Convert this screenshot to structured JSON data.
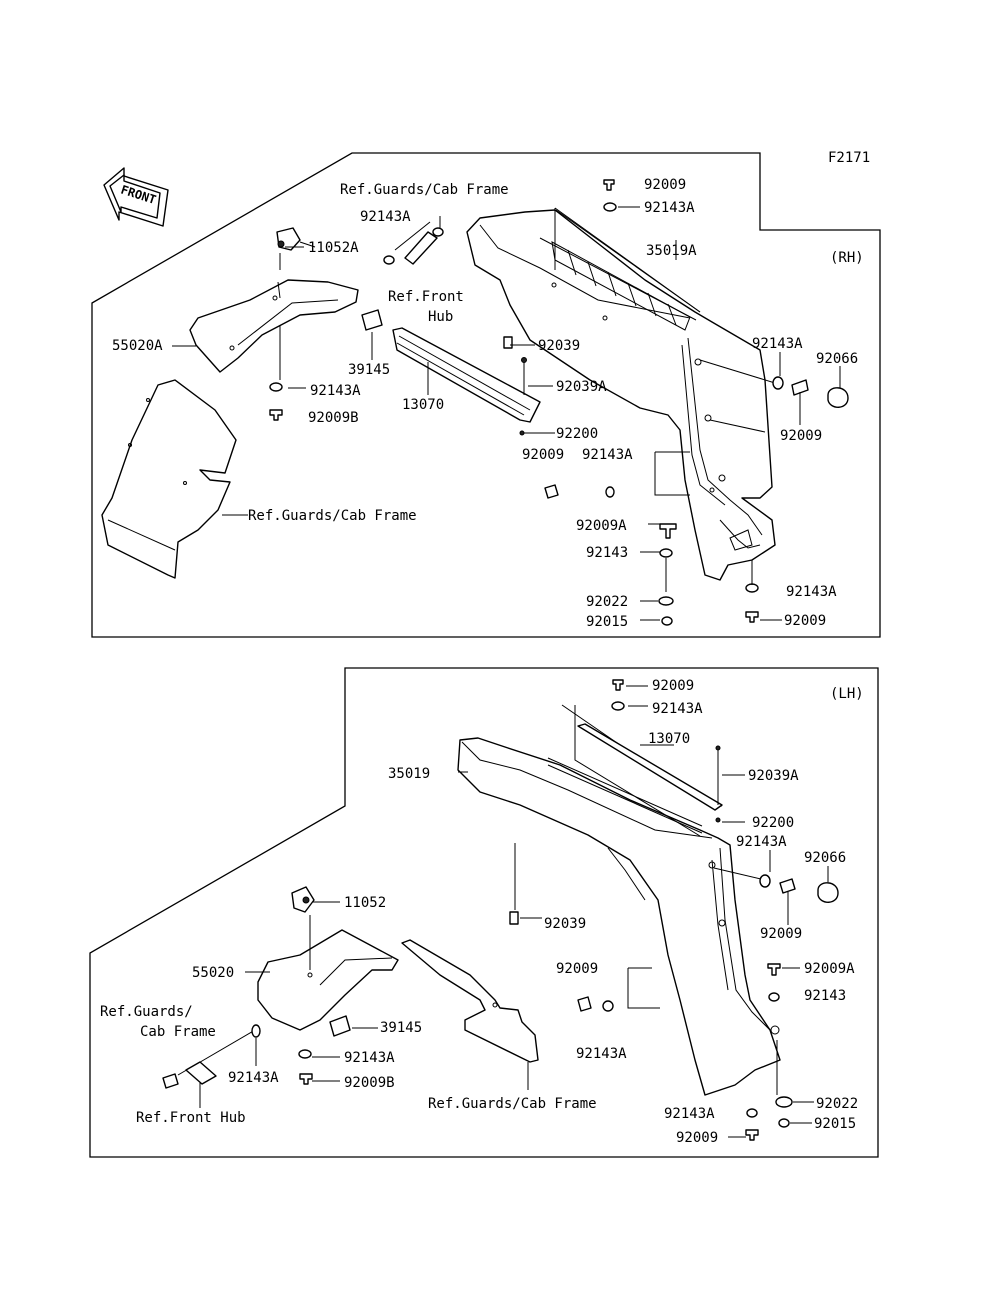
{
  "figure_id": "F2171",
  "front_label": "FRONT",
  "rh": {
    "side_label": "(RH)",
    "labels": {
      "ref_guards_cab_frame_top": "Ref.Guards/Cab Frame",
      "p92143A_a": "92143A",
      "p11052A": "11052A",
      "p55020A": "55020A",
      "ref_front_hub_1": "Ref.Front",
      "ref_front_hub_2": "Hub",
      "p39145": "39145",
      "p13070": "13070",
      "p92143A_b": "92143A",
      "p92009B": "92009B",
      "ref_guards_cab_frame_bottom": "Ref.Guards/Cab Frame",
      "p92009_a": "92009",
      "p92143A_c": "92143A",
      "p35019A": "35019A",
      "p92039": "92039",
      "p92039A": "92039A",
      "p92200": "92200",
      "p92009_b": "92009",
      "p92143A_d": "92143A",
      "p92143A_e": "92143A",
      "p92066": "92066",
      "p92009_c": "92009",
      "p92009A": "92009A",
      "p92143": "92143",
      "p92022": "92022",
      "p92015": "92015",
      "p92143A_f": "92143A",
      "p92009_d": "92009"
    }
  },
  "lh": {
    "side_label": "(LH)",
    "labels": {
      "p92009_a": "92009",
      "p92143A_a": "92143A",
      "p13070": "13070",
      "p35019": "35019",
      "p92039A": "92039A",
      "p92200": "92200",
      "p92143A_b": "92143A",
      "p92066": "92066",
      "p92039": "92039",
      "p92009_b": "92009",
      "p11052": "11052",
      "p55020": "55020",
      "p92009_c": "92009",
      "p92009A": "92009A",
      "p92143": "92143",
      "ref_guards_1": "Ref.Guards/",
      "ref_guards_2": "Cab Frame",
      "p39145": "39145",
      "p92143A_c": "92143A",
      "p92143A_d": "92143A",
      "p92009B": "92009B",
      "p92143A_e": "92143A",
      "ref_front_hub": "Ref.Front Hub",
      "ref_guards_cab_frame": "Ref.Guards/Cab Frame",
      "p92143A_f": "92143A",
      "p92022": "92022",
      "p92009_d": "92009",
      "p92015": "92015"
    }
  }
}
